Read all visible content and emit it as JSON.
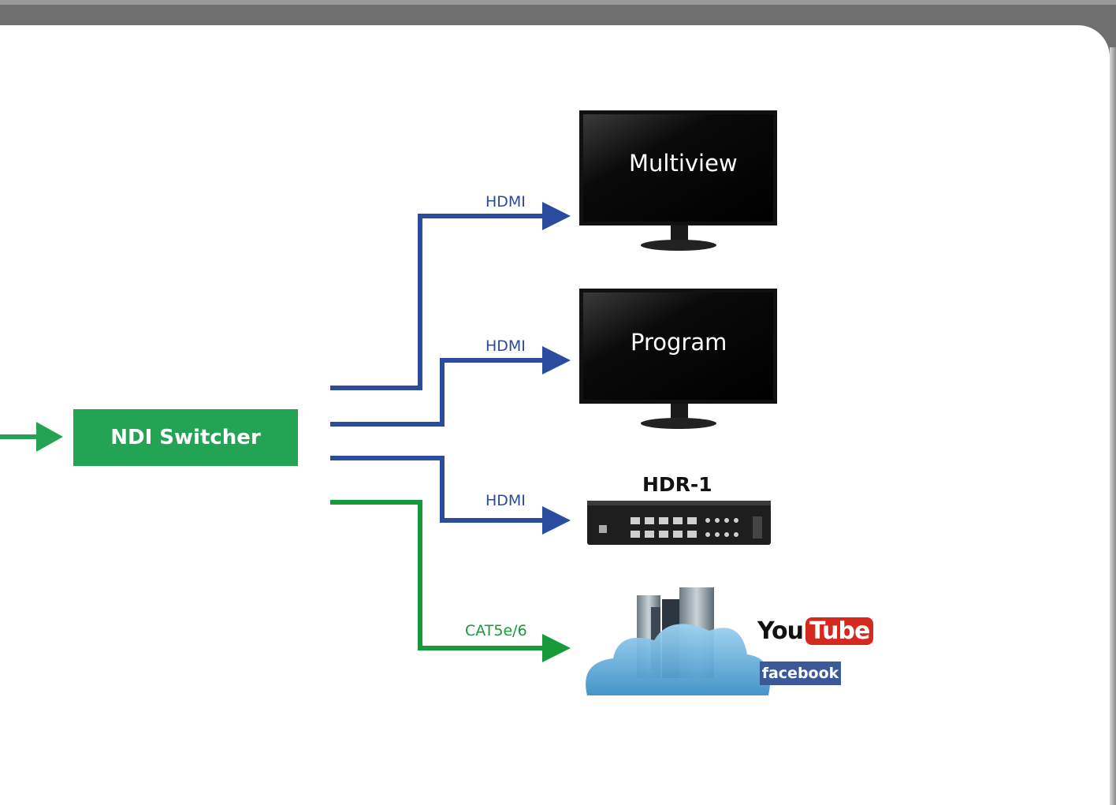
{
  "switcher": {
    "label": "NDI Switcher"
  },
  "outputs": {
    "multiview": {
      "link": "HDMI",
      "screen": "Multiview"
    },
    "program": {
      "link": "HDMI",
      "screen": "Program"
    },
    "recorder": {
      "link": "HDMI",
      "device": "HDR-1"
    },
    "stream": {
      "link": "CAT5e/6"
    }
  },
  "logos": {
    "youtube_you": "You",
    "youtube_tube": "Tube",
    "facebook": "facebook"
  },
  "colors": {
    "hdmi_line": "#2a4b9e",
    "cat_line": "#169a3a",
    "switcher_fill": "#23a455",
    "youtube_red": "#d42a1e",
    "facebook_blue": "#3b5998"
  }
}
